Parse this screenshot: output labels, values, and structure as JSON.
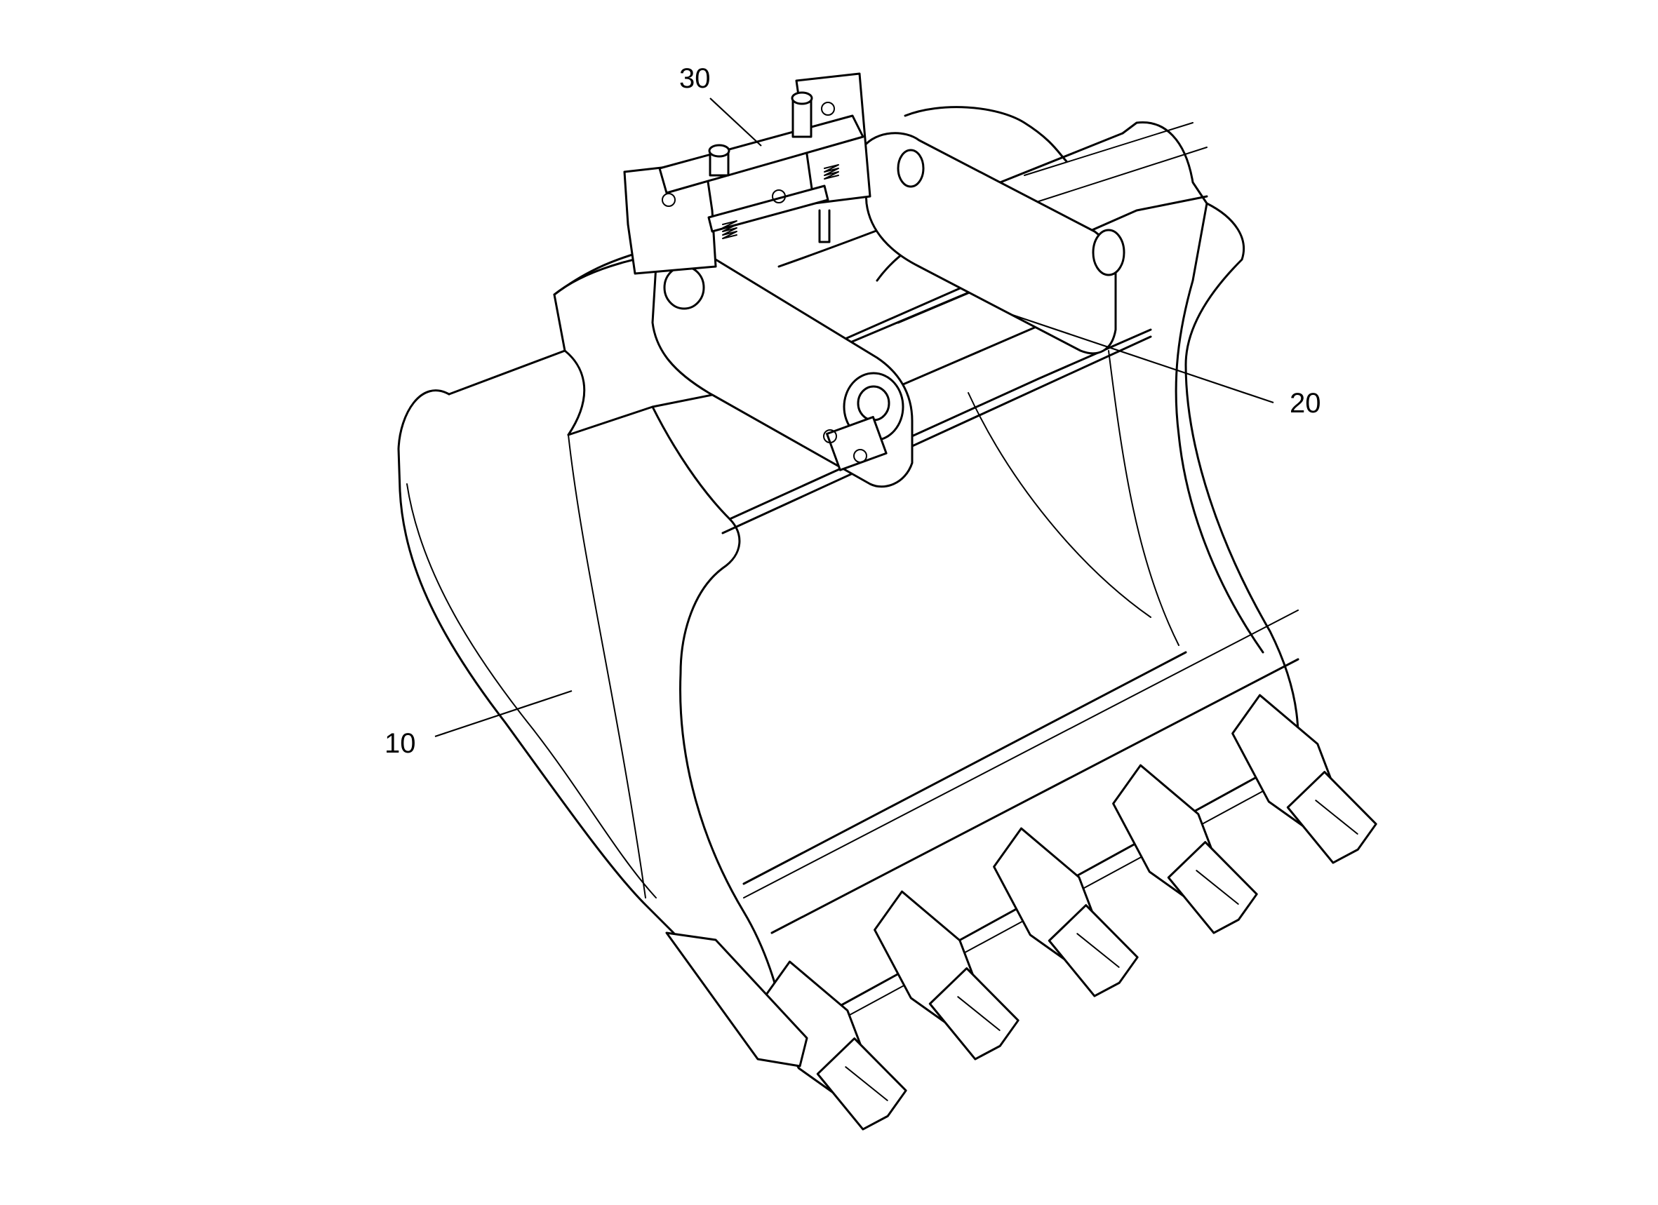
{
  "figure": {
    "reference_numerals": [
      {
        "id": "30",
        "text": "30"
      },
      {
        "id": "20",
        "text": "20"
      },
      {
        "id": "10",
        "text": "10"
      }
    ],
    "colors": {
      "line": "#000000",
      "background": "#ffffff"
    }
  }
}
